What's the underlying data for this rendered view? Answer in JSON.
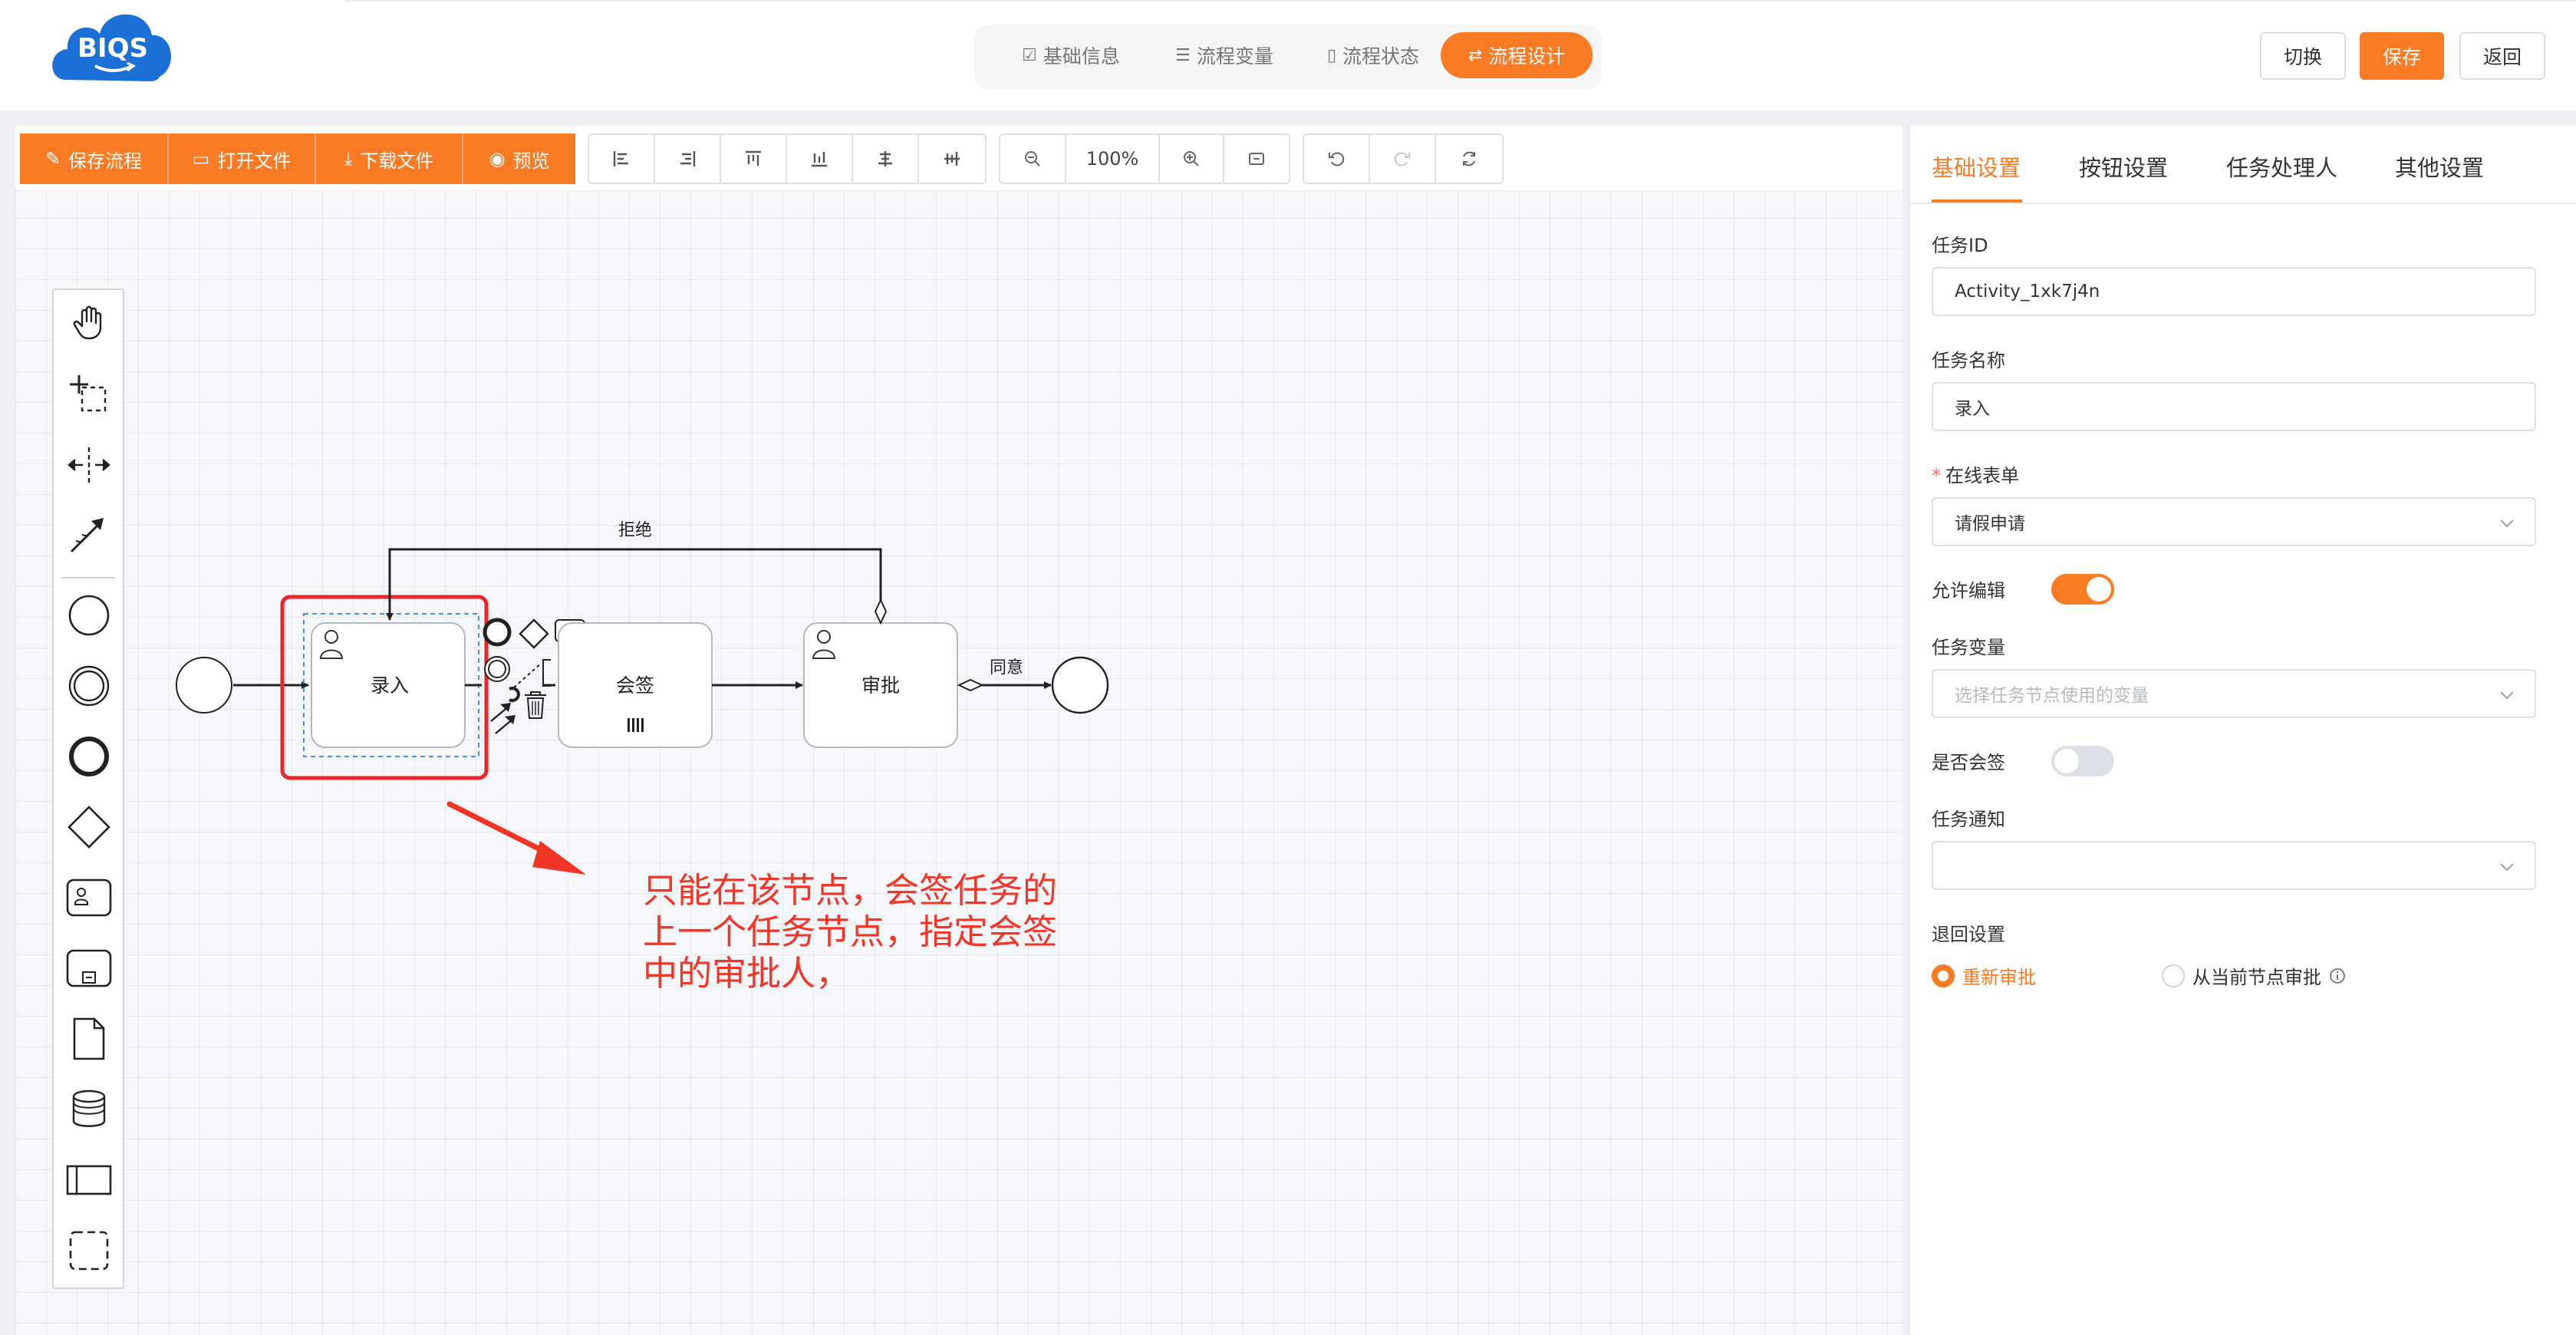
{
  "header": {
    "logo_text": "BIQS",
    "tabs": [
      {
        "label": "基础信息",
        "icon": "form-icon",
        "active": false
      },
      {
        "label": "流程变量",
        "icon": "sliders-icon",
        "active": false
      },
      {
        "label": "流程状态",
        "icon": "document-icon",
        "active": false
      },
      {
        "label": "流程设计",
        "icon": "flow-icon",
        "active": true
      }
    ],
    "buttons": {
      "switch": "切换",
      "save": "保存",
      "back": "返回"
    }
  },
  "toolbar": {
    "actions": [
      {
        "label": "保存流程",
        "icon": "edit-icon"
      },
      {
        "label": "打开文件",
        "icon": "folder-icon"
      },
      {
        "label": "下载文件",
        "icon": "download-icon"
      },
      {
        "label": "预览",
        "icon": "eye-icon"
      }
    ],
    "zoom": "100%"
  },
  "diagram": {
    "tasks": {
      "entry": "录入",
      "countersign": "会签",
      "approve": "审批"
    },
    "flows": {
      "reject": "拒绝",
      "agree": "同意"
    }
  },
  "annotation": {
    "lines": [
      "只能在该节点，会签任务的",
      "上一个任务节点，指定会签",
      "中的审批人，"
    ]
  },
  "panel": {
    "tabs": [
      "基础设置",
      "按钮设置",
      "任务处理人",
      "其他设置"
    ],
    "fields": {
      "task_id_label": "任务ID",
      "task_id_value": "Activity_1xk7j4n",
      "task_name_label": "任务名称",
      "task_name_value": "录入",
      "online_form_label": "在线表单",
      "online_form_value": "请假申请",
      "allow_edit_label": "允许编辑",
      "allow_edit": true,
      "task_variable_label": "任务变量",
      "task_variable_placeholder": "选择任务节点使用的变量",
      "countersign_label": "是否会签",
      "countersign": false,
      "task_notify_label": "任务通知",
      "task_notify_value": "",
      "return_label": "退回设置",
      "return_options": [
        "重新审批",
        "从当前节点审批"
      ],
      "return_selected": "重新审批"
    }
  },
  "colors": {
    "accent": "#fb7a24",
    "annotation": "#f33527",
    "highlight": "#e8272a"
  }
}
